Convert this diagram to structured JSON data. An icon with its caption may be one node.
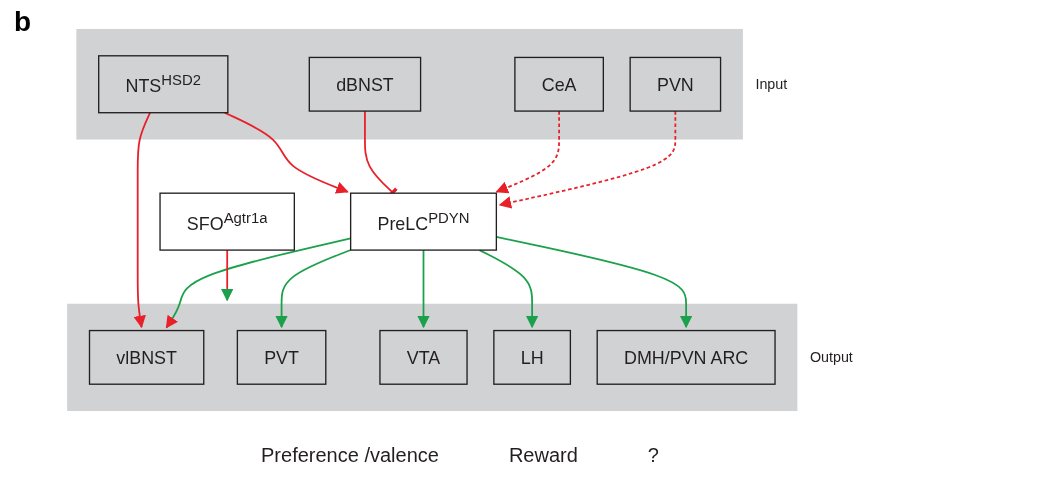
{
  "diagram": {
    "nodes": [
      {
        "text": [
          "Input"
        ]
      },
      {
        "text": [
          "NTS$^{HSD2}$"
        ],
        "in": 0
      },
      {
        "text": [
          "dBNST"
        ],
        "in": 0
      },
      {
        "text": [
          "CeA"
        ],
        "in": 0
      },
      {
        "text": [
          "PVN"
        ],
        "in": 0
      },
      {
        "text": [
          "PreLC$^{PDYN}$"
        ]
      },
      {
        "text": [
          "SFO$^{Agtr1a}$"
        ]
      },
      {
        "text": [
          "Output"
        ]
      },
      {
        "text": [
          "vlBNST"
        ],
        "in": 7
      },
      {
        "text": [
          "PVT"
        ],
        "in": 7
      },
      {
        "text": [
          "VTA"
        ],
        "in": 7
      },
      {
        "text": [
          "LH"
        ],
        "in": 7
      },
      {
        "text": [
          "DMH/PVN ARC"
        ],
        "in": 7
      }
    ],
    "edges": [
      {
        "from": 1,
        "to": 5,
        "arrow": "to",
        "color": "#e8202a"
      },
      {
        "from": 1,
        "to": 8,
        "arrow": "to",
        "color": "#e8202a"
      },
      {
        "from": 2,
        "to": 5,
        "arrow": "other",
        "color": "#e8202a"
      },
      {
        "from": 3,
        "to": 5,
        "arrow": "to",
        "style": "dashed",
        "color": "#e8202a"
      },
      {
        "from": 4,
        "to": 5,
        "arrow": "to",
        "style": "dashed",
        "color": "#e8202a"
      },
      {
        "from": 6,
        "to": 7,
        "arrow": "to",
        "color": "#e8202a"
      },
      {
        "from": 5,
        "to": 8,
        "arrow": "to",
        "color": "#1ba14b"
      },
      {
        "from": 5,
        "to": 9,
        "arrow": "to",
        "color": "#1ba14b"
      },
      {
        "from": 5,
        "to": 10,
        "arrow": "to",
        "color": "#1ba14b"
      },
      {
        "from": 5,
        "to": 11,
        "arrow": "to",
        "color": "#1ba14b"
      },
      {
        "from": 5,
        "to": 12,
        "arrow": "to",
        "color": "#1ba14b"
      }
    ],
    "labels": [
      "b",
      "Preference /valence",
      "Reward",
      "?"
    ]
  }
}
